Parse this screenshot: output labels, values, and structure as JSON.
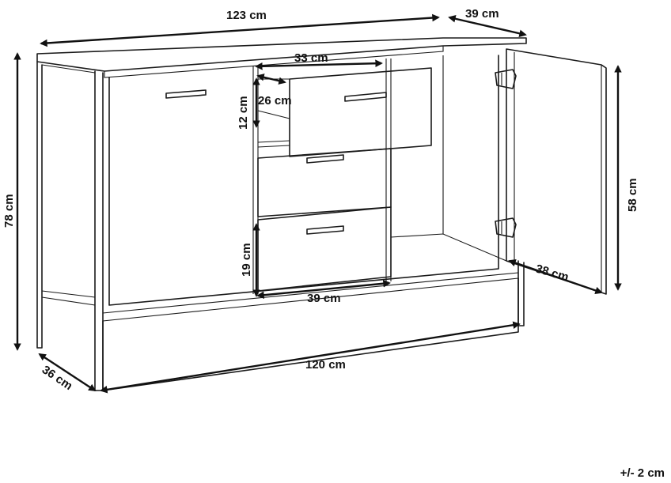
{
  "dimensions": {
    "top_width": "123 cm",
    "top_depth": "39 cm",
    "drawer_width": "33 cm",
    "drawer_depth": "26 cm",
    "drawer_height": "12 cm",
    "total_height": "78 cm",
    "door_height": "58 cm",
    "door_width": "38 cm",
    "lower_drawer_height": "19 cm",
    "lower_drawer_width": "39 cm",
    "base_width": "120 cm",
    "base_depth": "36 cm"
  },
  "tolerance": "+/- 2 cm"
}
